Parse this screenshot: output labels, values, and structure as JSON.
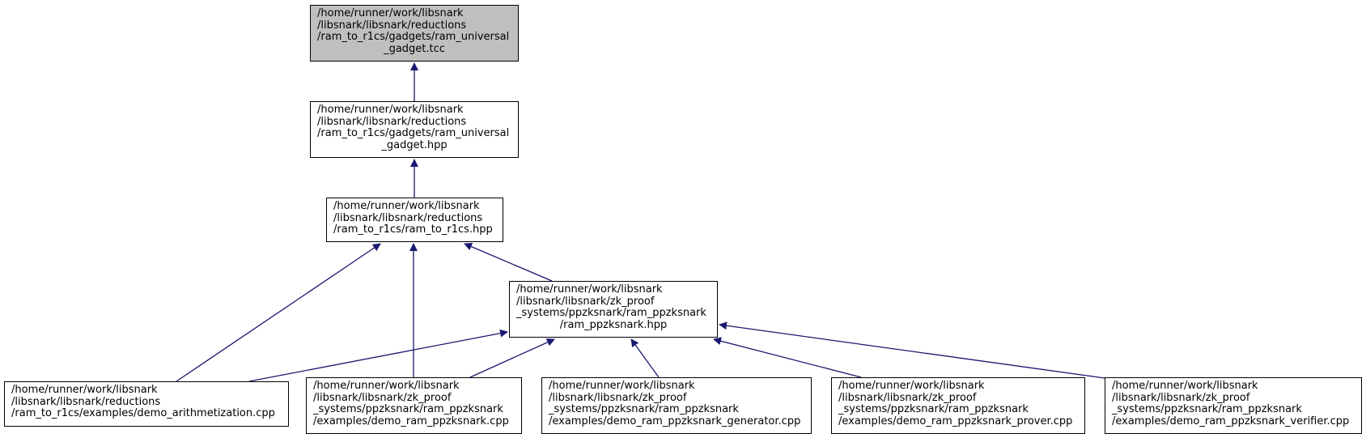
{
  "colors": {
    "edge": "#191970",
    "root_fill": "#bfbfbf",
    "node_fill": "#ffffff",
    "border": "#000000"
  },
  "nodes": [
    {
      "id": "n0",
      "lines": [
        "/home/runner/work/libsnark",
        "/libsnark/libsnark/reductions",
        "/ram_to_r1cs/gadgets/ram_universal",
        "_gadget.tcc"
      ]
    },
    {
      "id": "n1",
      "lines": [
        "/home/runner/work/libsnark",
        "/libsnark/libsnark/reductions",
        "/ram_to_r1cs/gadgets/ram_universal",
        "_gadget.hpp"
      ]
    },
    {
      "id": "n2",
      "lines": [
        "/home/runner/work/libsnark",
        "/libsnark/libsnark/reductions",
        "/ram_to_r1cs/ram_to_r1cs.hpp"
      ]
    },
    {
      "id": "n3",
      "lines": [
        "/home/runner/work/libsnark",
        "/libsnark/libsnark/zk_proof",
        "_systems/ppzksnark/ram_ppzksnark",
        "/ram_ppzksnark.hpp"
      ]
    },
    {
      "id": "n4",
      "lines": [
        "/home/runner/work/libsnark",
        "/libsnark/libsnark/reductions",
        "/ram_to_r1cs/examples/demo_arithmetization.cpp"
      ]
    },
    {
      "id": "n5",
      "lines": [
        "/home/runner/work/libsnark",
        "/libsnark/libsnark/zk_proof",
        "_systems/ppzksnark/ram_ppzksnark",
        "/examples/demo_ram_ppzksnark.cpp"
      ]
    },
    {
      "id": "n6",
      "lines": [
        "/home/runner/work/libsnark",
        "/libsnark/libsnark/zk_proof",
        "_systems/ppzksnark/ram_ppzksnark",
        "/examples/demo_ram_ppzksnark_generator.cpp"
      ]
    },
    {
      "id": "n7",
      "lines": [
        "/home/runner/work/libsnark",
        "/libsnark/libsnark/zk_proof",
        "_systems/ppzksnark/ram_ppzksnark",
        "/examples/demo_ram_ppzksnark_prover.cpp"
      ]
    },
    {
      "id": "n8",
      "lines": [
        "/home/runner/work/libsnark",
        "/libsnark/libsnark/zk_proof",
        "_systems/ppzksnark/ram_ppzksnark",
        "/examples/demo_ram_ppzksnark_verifier.cpp"
      ]
    }
  ],
  "edges": [
    {
      "from": "n1",
      "to": "n0"
    },
    {
      "from": "n2",
      "to": "n1"
    },
    {
      "from": "n3",
      "to": "n2"
    },
    {
      "from": "n4",
      "to": "n2"
    },
    {
      "from": "n5",
      "to": "n2"
    },
    {
      "from": "n4",
      "to": "n3"
    },
    {
      "from": "n5",
      "to": "n3"
    },
    {
      "from": "n6",
      "to": "n3"
    },
    {
      "from": "n7",
      "to": "n3"
    },
    {
      "from": "n8",
      "to": "n3"
    }
  ]
}
